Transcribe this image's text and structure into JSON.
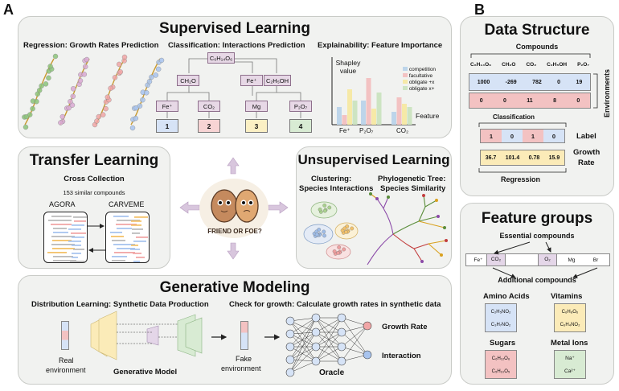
{
  "panel_letters": {
    "a": "A",
    "b": "B"
  },
  "supervised": {
    "title": "Supervised Learning",
    "regression": "Regression: Growth Rates Prediction",
    "classification": "Classification: Interactions Prediction",
    "explainability": "Explainability: Feature Importance",
    "root": "C₆H₁₄O₆",
    "level1": [
      "CH₂O",
      "Fe⁺",
      "C₂H₅OH"
    ],
    "level2": [
      "Fe⁺",
      "CO₂",
      "Mg",
      "P₂O₇"
    ],
    "classes": [
      "1",
      "2",
      "3",
      "4"
    ],
    "class_colors": [
      "#d6e3f6",
      "#f7d4d4",
      "#fbf0c4",
      "#d8ebd3"
    ],
    "shap_ylabel": "Shapley value",
    "shap_xlabel": "Feature",
    "shap_ticks": [
      "Fe⁺",
      "P₂O₇",
      "CO₂"
    ],
    "legend": [
      {
        "name": "competition",
        "color": "#bdd5ea"
      },
      {
        "name": "facultative",
        "color": "#f3c2c2"
      },
      {
        "name": "obligate +x",
        "color": "#f6e9a7"
      },
      {
        "name": "obligate x+",
        "color": "#cde4c2"
      }
    ]
  },
  "transfer": {
    "title": "Transfer Learning",
    "subtitle": "Cross Collection",
    "note": "153 similar compounds",
    "left": "AGORA",
    "right": "CARVEME"
  },
  "center": {
    "badge": "FRIEND OR FOE?"
  },
  "unsupervised": {
    "title": "Unsupervised Learning",
    "clustering": "Clustering:",
    "clustering2": "Species Interactions",
    "phylo": "Phylogenetic Tree:",
    "phylo2": "Species Similarity"
  },
  "generative": {
    "title": "Generative Modeling",
    "distribution": "Distribution Learning: Synthetic Data Production",
    "check": "Check for growth: Calculate growth rates in synthetic data",
    "real": "Real",
    "real2": "environment",
    "model": "Generative Model",
    "fake": "Fake",
    "fake2": "environment",
    "oracle": "Oracle",
    "growth": "Growth Rate",
    "interaction": "Interaction"
  },
  "data_structure": {
    "title": "Data Structure",
    "compounds": "Compounds",
    "headers": [
      "C₆H₁₄O₆",
      "CH₂O",
      "CO₂",
      "C₂H₅OH",
      "P₂O₇"
    ],
    "row1": [
      "1000",
      "-269",
      "782",
      "0",
      "19"
    ],
    "row2": [
      "0",
      "0",
      "11",
      "8",
      "0"
    ],
    "environments": "Environments",
    "classification": "Classification",
    "labels": [
      "1",
      "0",
      "1",
      "0"
    ],
    "label": "Label",
    "growth_values": [
      "36.7",
      "101.4",
      "0.78",
      "15.9"
    ],
    "growth": "Growth",
    "rate": "Rate",
    "regression": "Regression"
  },
  "features": {
    "title": "Feature groups",
    "essential": "Essential compounds",
    "ess": [
      "Fe⁺",
      "CO₂",
      "O₂",
      "Mg",
      "Br"
    ],
    "additional": "Additional compounds",
    "amino": "Amino Acids",
    "amino_items": [
      "C₂H₅NO₂",
      "C₃H₇NO₂"
    ],
    "vitamins": "Vitamins",
    "vitamin_items": [
      "C₆H₈O₆",
      "C₆H₄NO₂"
    ],
    "sugars": "Sugars",
    "sugar_items": [
      "C₆H₁₂O₆",
      "C₅H₁₀O₅"
    ],
    "metal": "Metal Ions",
    "metal_items": [
      "Na⁺",
      "Ca²⁺"
    ]
  }
}
